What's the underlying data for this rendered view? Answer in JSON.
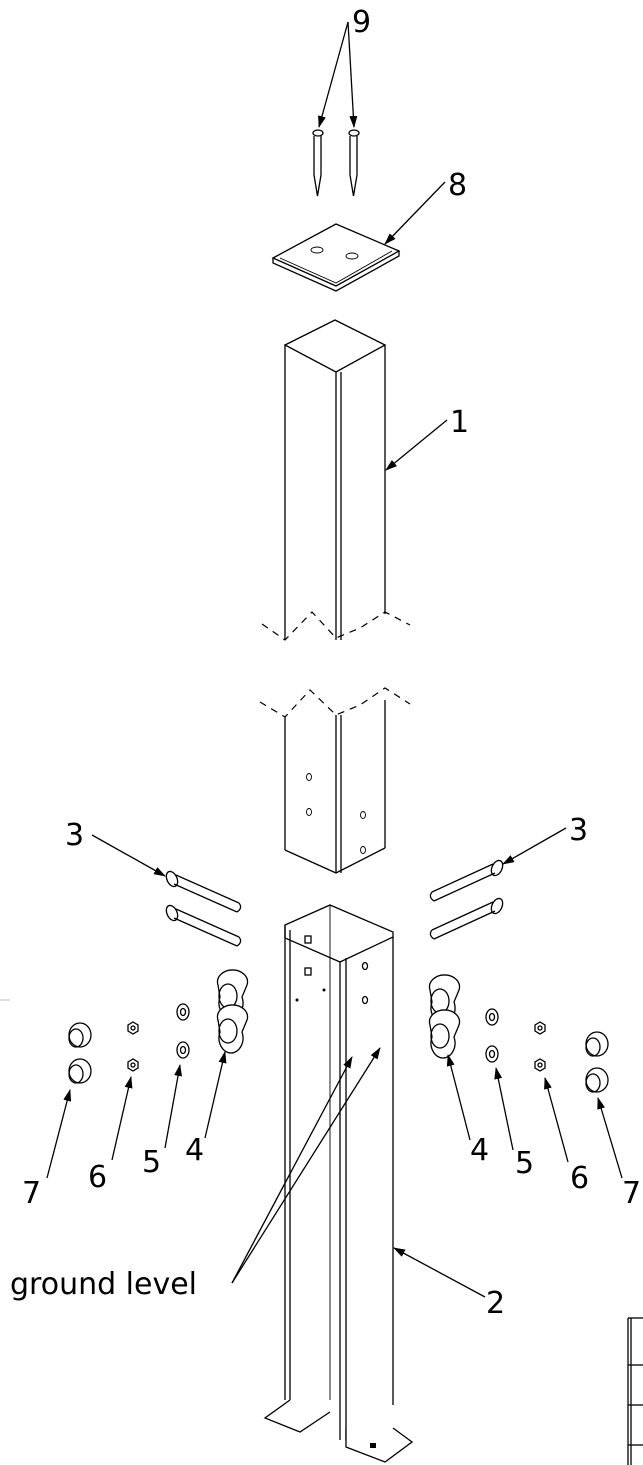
{
  "drawing": {
    "callouts": {
      "c9": "9",
      "c8": "8",
      "c1": "1",
      "c3_left": "3",
      "c3_right": "3",
      "c4_left": "4",
      "c5_left": "5",
      "c6_left": "6",
      "c7_left": "7",
      "c4_right": "4",
      "c5_right": "5",
      "c6_right": "6",
      "c7_right": "7",
      "c2": "2"
    },
    "ground_label": "ground level"
  }
}
